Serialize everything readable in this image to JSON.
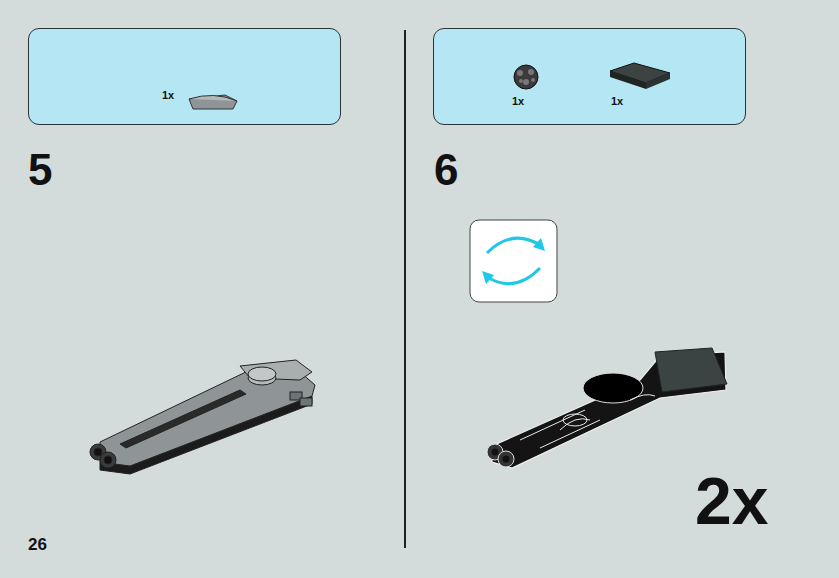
{
  "diagram": {
    "nodes": [
      {
        "text": [
          "1x"
        ]
      },
      {
        "text": [
          "1x",
          "1x"
        ]
      }
    ],
    "labels": [
      "5",
      "6",
      "2x",
      "26"
    ]
  }
}
